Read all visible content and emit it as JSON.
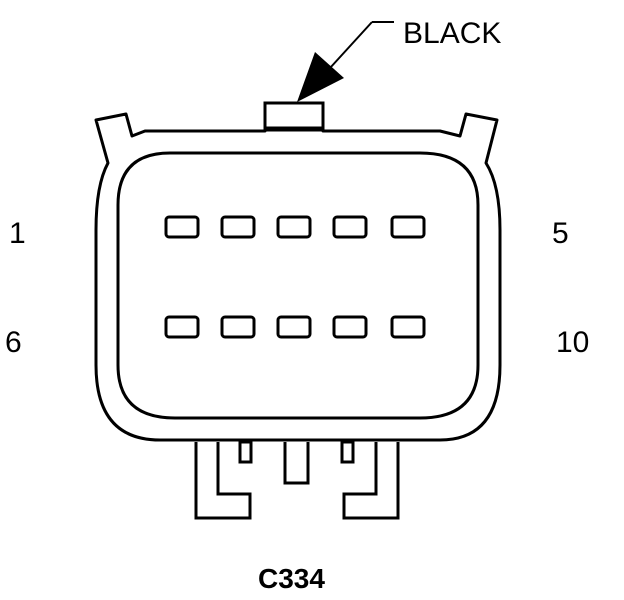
{
  "connector": {
    "id": "C334",
    "color_label": "BLACK"
  },
  "pin_labels": {
    "top_left": "1",
    "top_right": "5",
    "bottom_left": "6",
    "bottom_right": "10"
  },
  "colors": {
    "line": "#000000",
    "background": "#ffffff"
  }
}
